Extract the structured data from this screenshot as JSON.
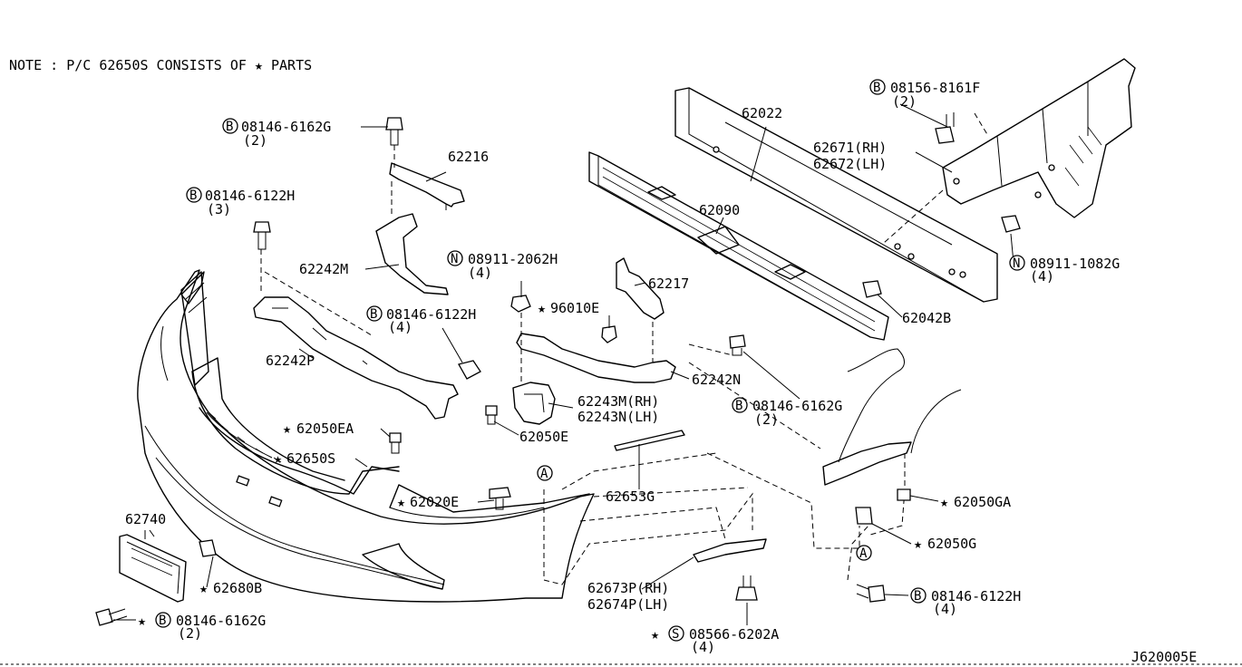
{
  "note": "NOTE : P/C 62650S CONSISTS OF ★ PARTS",
  "diagram_code": "J620005E",
  "labels": {
    "b_08146_6162g_top": "08146-6162G",
    "qty_2_top": "(2)",
    "p62216": "62216",
    "b_08146_6122h_left": "08146-6122H",
    "qty_3": "(3)",
    "p62242m": "62242M",
    "p62242p": "62242P",
    "b_08146_6122h_mid": "08146-6122H",
    "qty_4_mid": "(4)",
    "n_08911_2062h": "08911-2062H",
    "qty_4_n": "(4)",
    "p96010e": "96010E",
    "p62217": "62217",
    "p62242n": "62242N",
    "p62243m": "62243M(RH)",
    "p62243n": "62243N(LH)",
    "p62050e": "62050E",
    "p62050ea": "62050EA",
    "p62650s": "62650S",
    "p62020e": "62020E",
    "p62653g": "62653G",
    "p62740": "62740",
    "p62680b": "62680B",
    "b_08146_6162g_bottom": "08146-6162G",
    "qty_2_bottom": "(2)",
    "p62673p": "62673P(RH)",
    "p62674p": "62674P(LH)",
    "s_08566_6202a": "08566-6202A",
    "qty_4_s": "(4)",
    "p62022": "62022",
    "p62090": "62090",
    "b_08156_8161f": "08156-8161F",
    "qty_2_8161f": "(2)",
    "p62671": "62671(RH)",
    "p62672": "62672(LH)",
    "n_08911_1082g": "08911-1082G",
    "qty_4_1082g": "(4)",
    "p62042b": "62042B",
    "b_08146_6162g_right": "08146-6162G",
    "qty_2_right": "(2)",
    "p62050ga": "62050GA",
    "p62050g": "62050G",
    "b_08146_6122h_right": "08146-6122H",
    "qty_4_right": "(4)",
    "ref_a": "A",
    "star": "★",
    "circle_b": "B",
    "circle_n": "N",
    "circle_s": "S"
  }
}
